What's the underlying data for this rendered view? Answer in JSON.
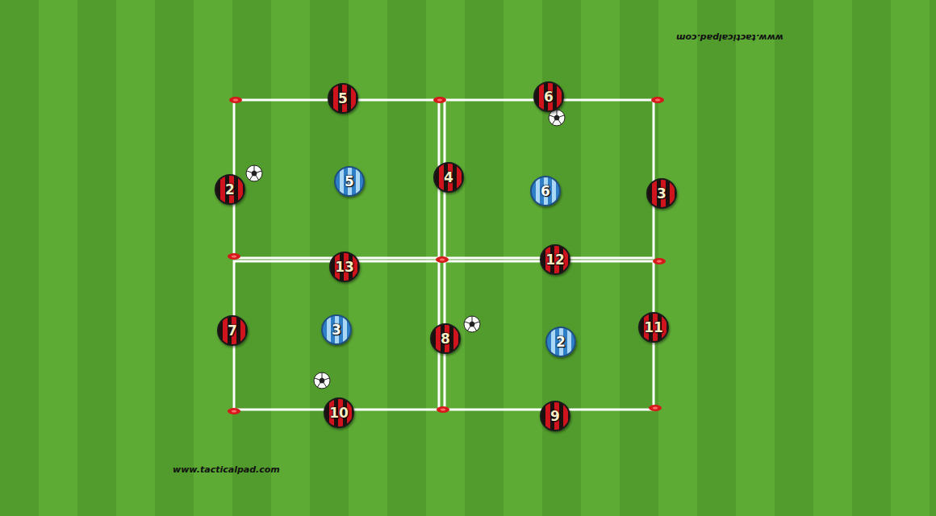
{
  "diagram": {
    "nodes": [
      {
        "text": [
          "5"
        ]
      },
      {
        "text": [
          "6"
        ]
      },
      {
        "text": [
          "2"
        ]
      },
      {
        "text": [
          "5"
        ]
      },
      {
        "text": [
          "4"
        ]
      },
      {
        "text": [
          "6"
        ]
      },
      {
        "text": [
          "3"
        ]
      },
      {
        "text": [
          "13"
        ]
      },
      {
        "text": [
          "12"
        ]
      },
      {
        "text": [
          "7"
        ]
      },
      {
        "text": [
          "3"
        ]
      },
      {
        "text": [
          "8"
        ]
      },
      {
        "text": [
          "2"
        ]
      },
      {
        "text": [
          "11"
        ]
      },
      {
        "text": [
          "10"
        ]
      },
      {
        "text": [
          "9"
        ]
      }
    ],
    "labels": [
      "www.tacticalpad.com",
      "www.tacticalpad.com"
    ]
  }
}
